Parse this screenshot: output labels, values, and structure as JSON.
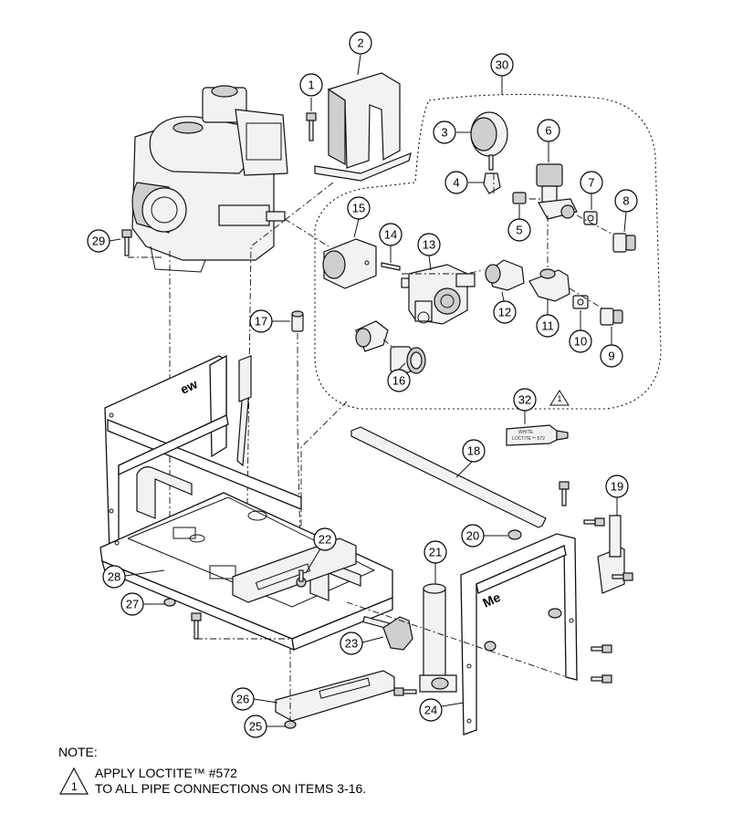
{
  "callouts": {
    "c1": "1",
    "c2": "2",
    "c3": "3",
    "c4": "4",
    "c5": "5",
    "c6": "6",
    "c7": "7",
    "c8": "8",
    "c9": "9",
    "c10": "10",
    "c11": "11",
    "c12": "12",
    "c13": "13",
    "c14": "14",
    "c15": "15",
    "c16": "16",
    "c17": "17",
    "c18": "18",
    "c19": "19",
    "c20": "20",
    "c21": "21",
    "c22": "22",
    "c23": "23",
    "c24": "24",
    "c25": "25",
    "c26": "26",
    "c27": "27",
    "c28": "28",
    "c29": "29",
    "c30": "30",
    "c32": "32"
  },
  "tube_label": {
    "line1": "WHITE",
    "line2": "LOCTITE™ 572"
  },
  "note": {
    "title": "NOTE:",
    "flag": "1",
    "line1": "APPLY LOCTITE™ #572",
    "line2": "TO ALL PIPE CONNECTIONS ON ITEMS 3-16."
  }
}
